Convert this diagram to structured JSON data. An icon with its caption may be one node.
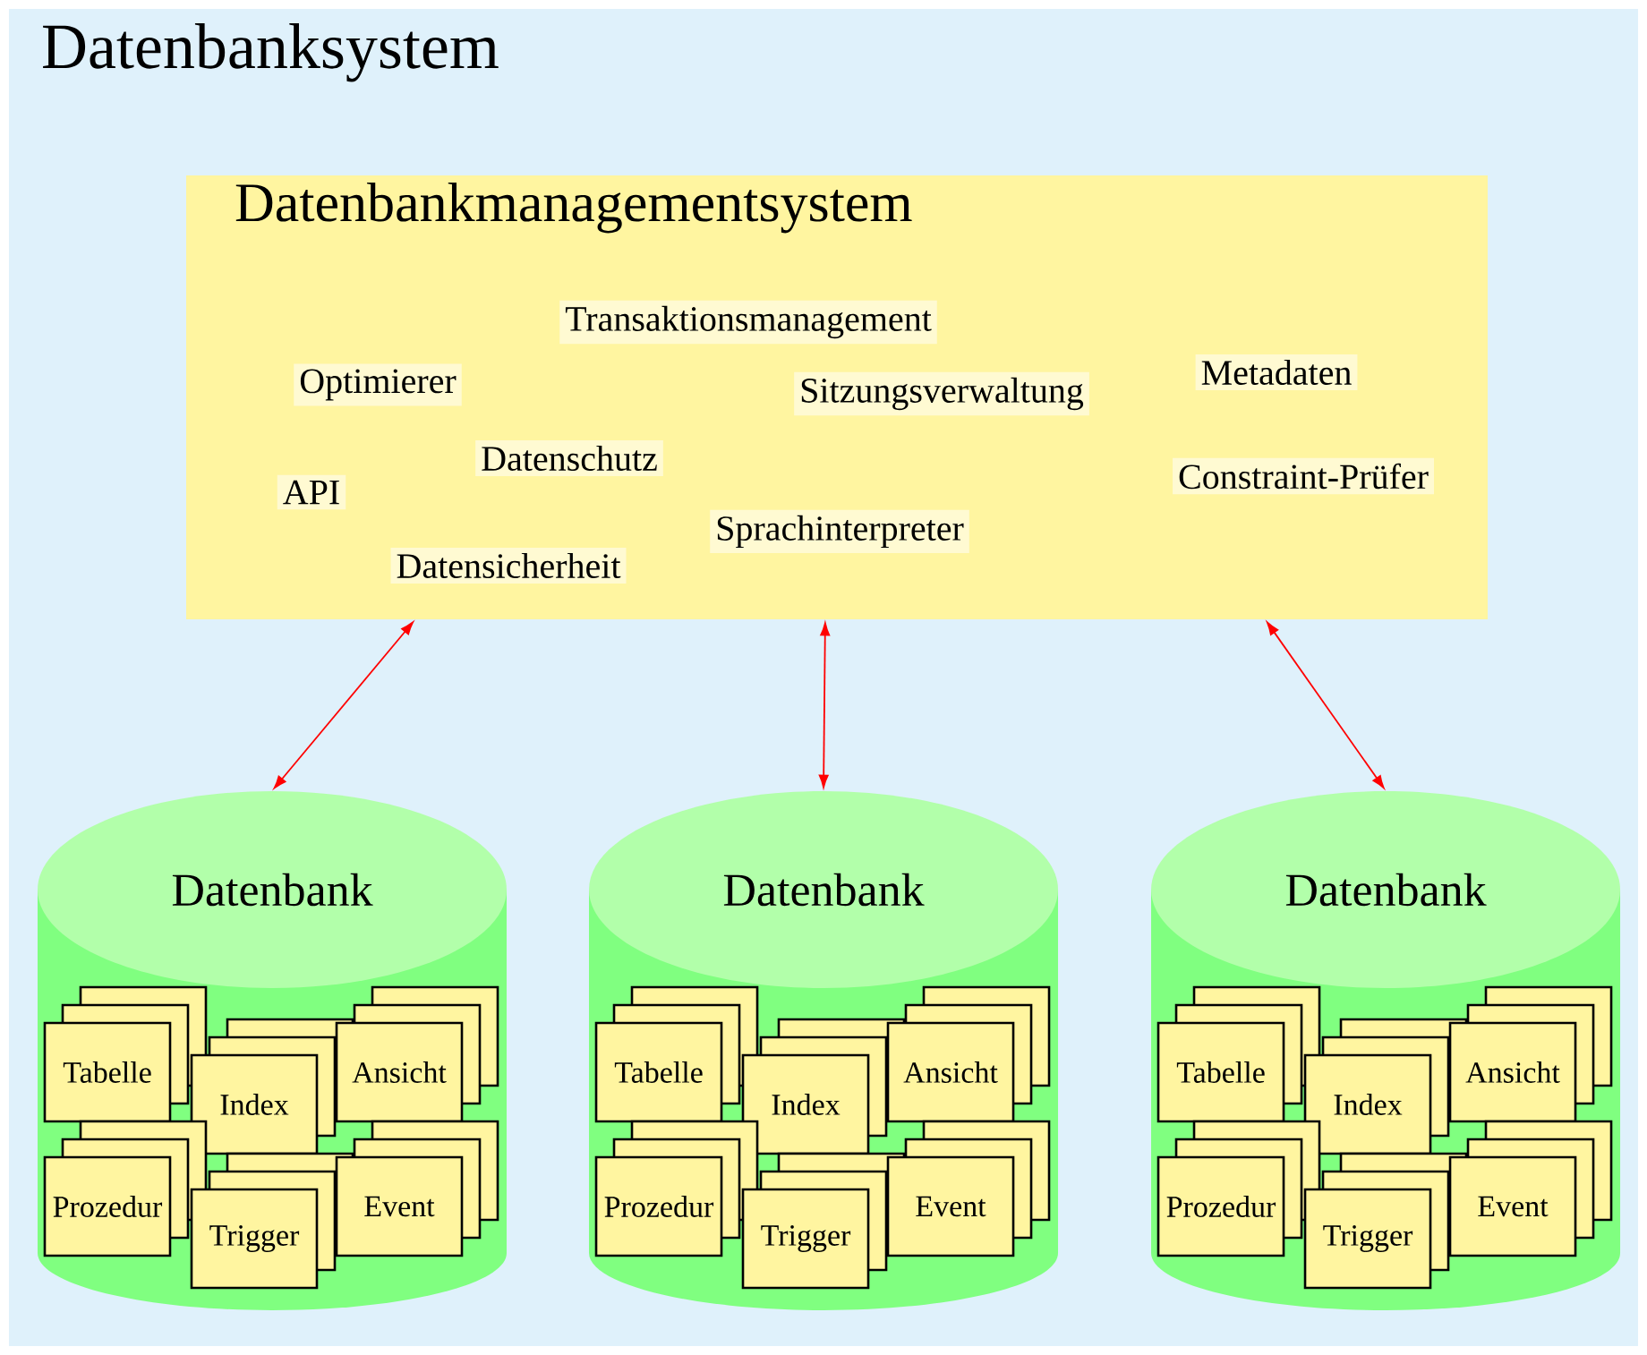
{
  "diagram": {
    "nodes": [
      {
        "text": [
          "Datenbanksystem"
        ]
      },
      {
        "text": [
          "Datenbankmanagementsystem"
        ],
        "in": 0
      },
      {
        "text": [
          "Transaktionsmanagement"
        ],
        "in": 1
      },
      {
        "text": [
          "Optimierer"
        ],
        "in": 1
      },
      {
        "text": [
          "Sitzungsverwaltung"
        ],
        "in": 1
      },
      {
        "text": [
          "Metadaten"
        ],
        "in": 1
      },
      {
        "text": [
          "Datenschutz"
        ],
        "in": 1
      },
      {
        "text": [
          "API"
        ],
        "in": 1
      },
      {
        "text": [
          "Constraint-Prüfer"
        ],
        "in": 1
      },
      {
        "text": [
          "Sprachinterpreter"
        ],
        "in": 1
      },
      {
        "text": [
          "Datensicherheit"
        ],
        "in": 1
      },
      {
        "text": [
          "Datenbank"
        ],
        "in": 0
      },
      {
        "text": [
          "Tabelle"
        ],
        "in": 11
      },
      {
        "text": [
          "Index"
        ],
        "in": 11
      },
      {
        "text": [
          "Ansicht"
        ],
        "in": 11
      },
      {
        "text": [
          "Prozedur"
        ],
        "in": 11
      },
      {
        "text": [
          "Trigger"
        ],
        "in": 11
      },
      {
        "text": [
          "Event"
        ],
        "in": 11
      },
      {
        "text": [
          "Datenbank"
        ],
        "in": 0
      },
      {
        "text": [
          "Tabelle"
        ],
        "in": 18
      },
      {
        "text": [
          "Index"
        ],
        "in": 18
      },
      {
        "text": [
          "Ansicht"
        ],
        "in": 18
      },
      {
        "text": [
          "Prozedur"
        ],
        "in": 18
      },
      {
        "text": [
          "Trigger"
        ],
        "in": 18
      },
      {
        "text": [
          "Event"
        ],
        "in": 18
      },
      {
        "text": [
          "Datenbank"
        ],
        "in": 0
      },
      {
        "text": [
          "Tabelle"
        ],
        "in": 25
      },
      {
        "text": [
          "Index"
        ],
        "in": 25
      },
      {
        "text": [
          "Ansicht"
        ],
        "in": 25
      },
      {
        "text": [
          "Prozedur"
        ],
        "in": 25
      },
      {
        "text": [
          "Trigger"
        ],
        "in": 25
      },
      {
        "text": [
          "Event"
        ],
        "in": 25
      }
    ],
    "edges": [
      {
        "from": 1,
        "to": 11,
        "arrow": "both"
      },
      {
        "from": 1,
        "to": 18,
        "arrow": "both"
      },
      {
        "from": 1,
        "to": 25,
        "arrow": "both"
      }
    ]
  }
}
